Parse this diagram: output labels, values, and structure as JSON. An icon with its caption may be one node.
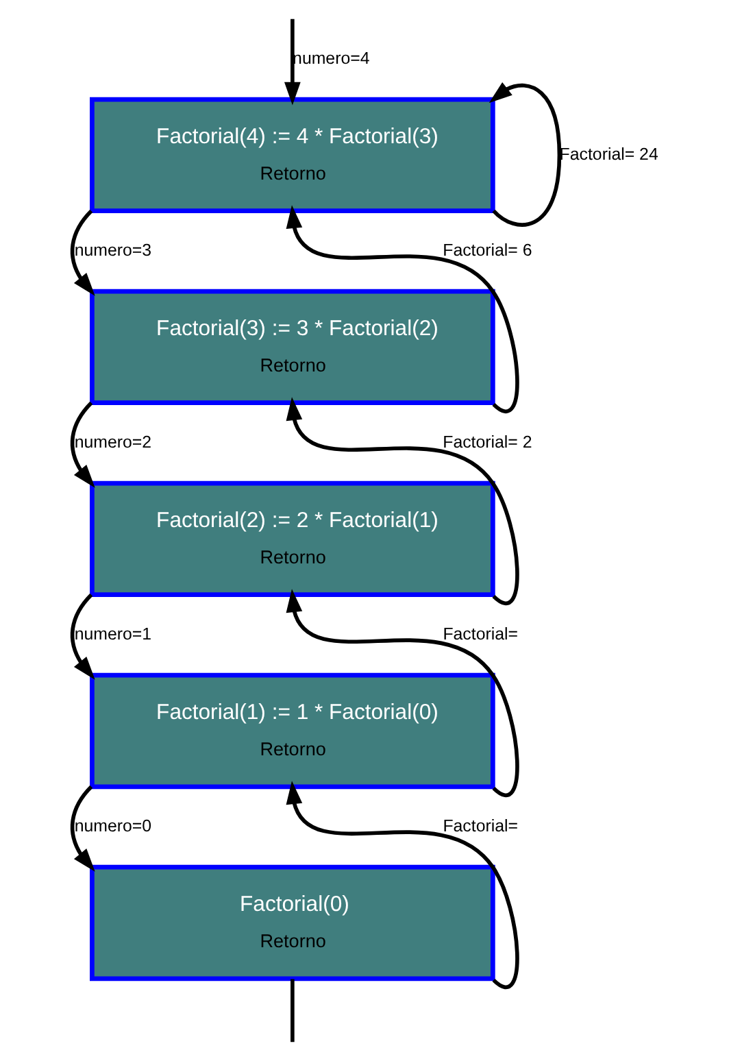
{
  "diagram": {
    "nodes": [
      {
        "text": [
          "Factorial(4) := 4 * Factorial(3)",
          "Retorno"
        ]
      },
      {
        "text": [
          "Factorial(3) := 3 * Factorial(2)",
          "Retorno"
        ]
      },
      {
        "text": [
          "Factorial(2) := 2 * Factorial(1)",
          "Retorno"
        ]
      },
      {
        "text": [
          "Factorial(1) := 1 * Factorial(0)",
          "Retorno"
        ]
      },
      {
        "text": [
          "Factorial(0)",
          "Retorno"
        ]
      }
    ],
    "edges": [
      {
        "from": null,
        "to": 0,
        "arrow": "to",
        "label": "numero=4"
      },
      {
        "from": 0,
        "to": 1,
        "arrow": "to",
        "label": "numero=3"
      },
      {
        "from": 1,
        "to": 2,
        "arrow": "to",
        "label": "numero=2"
      },
      {
        "from": 2,
        "to": 3,
        "arrow": "to",
        "label": "numero=1"
      },
      {
        "from": 3,
        "to": 4,
        "arrow": "to",
        "label": "numero=0"
      },
      {
        "from": 0,
        "to": 0,
        "arrow": "to",
        "label": "Factorial= 24"
      },
      {
        "from": 1,
        "to": 0,
        "arrow": "to",
        "label": "Factorial= 6"
      },
      {
        "from": 2,
        "to": 1,
        "arrow": "to",
        "label": "Factorial= 2"
      },
      {
        "from": 3,
        "to": 2,
        "arrow": "to",
        "label": "Factorial="
      },
      {
        "from": 4,
        "to": 3,
        "arrow": "to",
        "label": "Factorial="
      },
      {
        "from": 4,
        "to": null,
        "arrow": "none"
      }
    ]
  }
}
